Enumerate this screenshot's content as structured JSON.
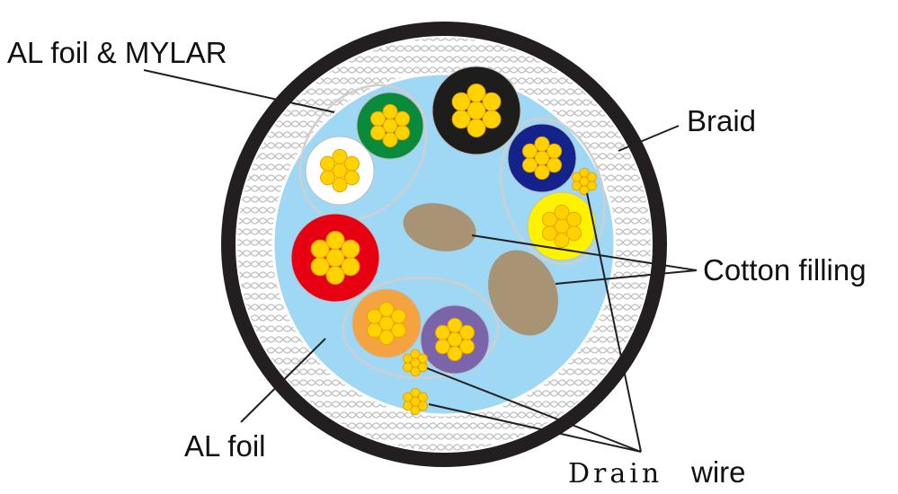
{
  "colors": {
    "jacket": "#231f20",
    "shield": "#9fd8f5",
    "mesh": "#c9c9c9",
    "copper": "#ffd200",
    "copper_edge": "#e8a300",
    "cotton": "#a89474"
  },
  "cores": [
    {
      "name": "green-core",
      "color": "#0a8a3b"
    },
    {
      "name": "white-core",
      "color": "#ffffff"
    },
    {
      "name": "black-core",
      "color": "#1d1d1b"
    },
    {
      "name": "blue-core",
      "color": "#14238c"
    },
    {
      "name": "yellow-core",
      "color": "#fff200"
    },
    {
      "name": "red-core",
      "color": "#e60012"
    },
    {
      "name": "orange-core",
      "color": "#f5a340"
    },
    {
      "name": "purple-core",
      "color": "#7a64aa"
    }
  ],
  "labels": {
    "al_foil_mylar": "AL foil & MYLAR",
    "braid": "Braid",
    "cotton_filling": "Cotton filling",
    "al_foil": "AL foil",
    "drain_a": "Drain",
    "drain_b": "wire"
  }
}
